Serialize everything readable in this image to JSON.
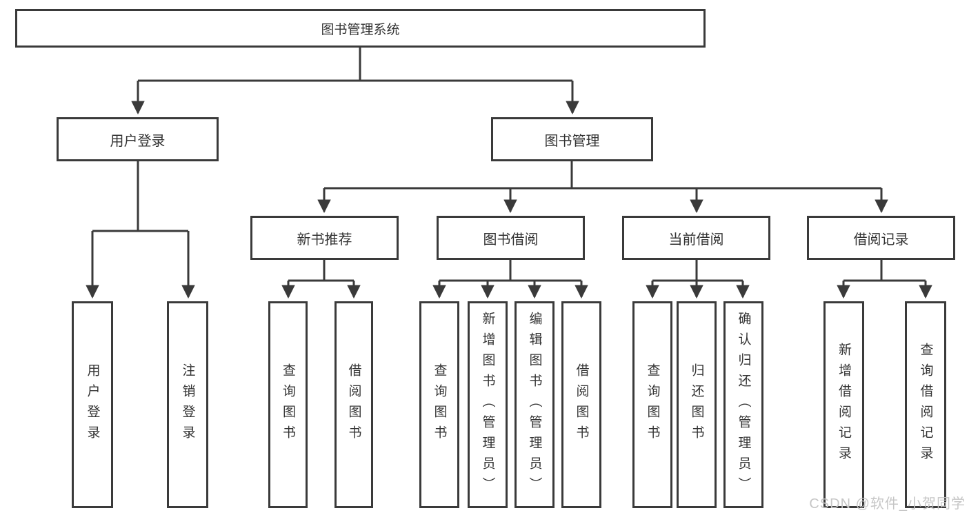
{
  "root": {
    "label": "图书管理系统"
  },
  "login": {
    "label": "用户登录",
    "leaves": [
      "用户登录",
      "注销登录"
    ]
  },
  "mgmt": {
    "label": "图书管理",
    "sections": [
      {
        "label": "新书推荐",
        "leaves": [
          "查询图书",
          "借阅图书"
        ]
      },
      {
        "label": "图书借阅",
        "leaves": [
          "查询图书",
          "新增图书（管理员）",
          "编辑图书（管理员）",
          "借阅图书"
        ]
      },
      {
        "label": "当前借阅",
        "leaves": [
          "查询图书",
          "归还图书",
          "确认归还（管理员）"
        ]
      },
      {
        "label": "借阅记录",
        "leaves": [
          "新增借阅记录",
          "查询借阅记录"
        ]
      }
    ]
  },
  "watermark": "CSDN @软件_小贺同学",
  "colors": {
    "line": "#3a3a3a",
    "box_border": "#3a3a3a",
    "text": "#333333",
    "watermark": "#c6c6c6",
    "background": "#ffffff"
  }
}
